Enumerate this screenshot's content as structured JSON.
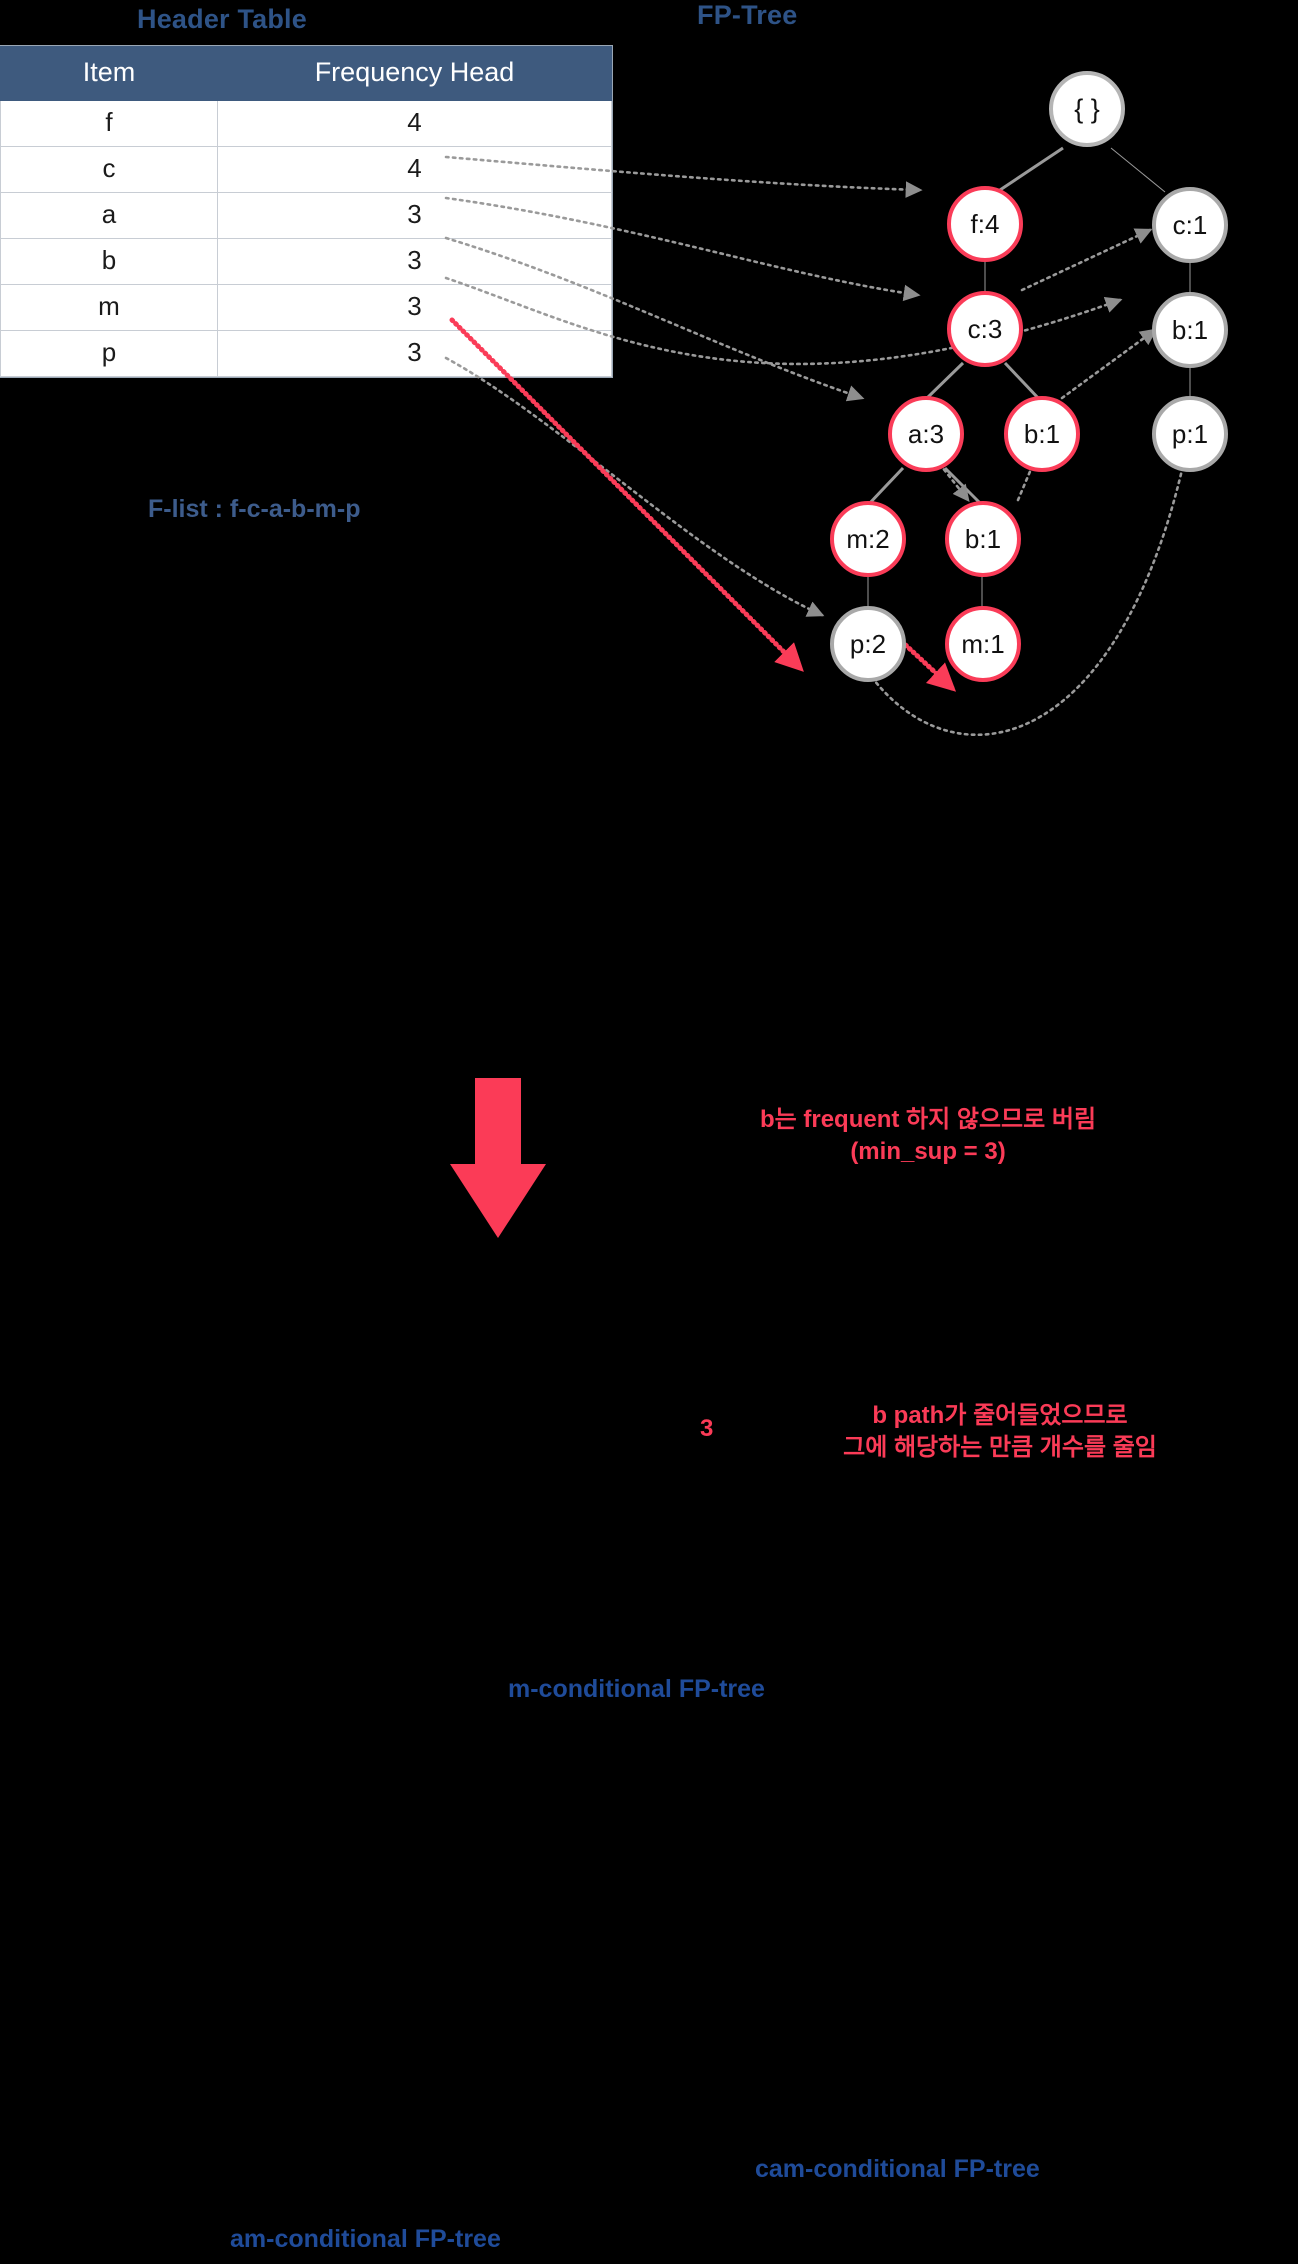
{
  "titles": {
    "header_table": "Header Table",
    "fp_tree": "FP-Tree"
  },
  "header_table": {
    "columns": [
      "Item",
      "Frequency Head"
    ],
    "rows": [
      {
        "item": "f",
        "frequency": "4"
      },
      {
        "item": "c",
        "frequency": "4"
      },
      {
        "item": "a",
        "frequency": "3"
      },
      {
        "item": "b",
        "frequency": "3"
      },
      {
        "item": "m",
        "frequency": "3"
      },
      {
        "item": "p",
        "frequency": "3"
      }
    ]
  },
  "f_list": "F-list : f-c-a-b-m-p",
  "tree": {
    "nodes": [
      {
        "id": "root",
        "label": "{ }",
        "highlight": false
      },
      {
        "id": "f4",
        "label": "f:4",
        "highlight": true
      },
      {
        "id": "c1",
        "label": "c:1",
        "highlight": false
      },
      {
        "id": "c3",
        "label": "c:3",
        "highlight": true
      },
      {
        "id": "b1r",
        "label": "b:1",
        "highlight": false
      },
      {
        "id": "a3",
        "label": "a:3",
        "highlight": true
      },
      {
        "id": "b1m",
        "label": "b:1",
        "highlight": true
      },
      {
        "id": "p1",
        "label": "p:1",
        "highlight": false
      },
      {
        "id": "m2",
        "label": "m:2",
        "highlight": true
      },
      {
        "id": "b1l",
        "label": "b:1",
        "highlight": true
      },
      {
        "id": "p2",
        "label": "p:2",
        "highlight": false
      },
      {
        "id": "m1",
        "label": "m:1",
        "highlight": true
      }
    ]
  },
  "annotations": {
    "prune_note_line1": "b는 frequent 하지 않으므로 버림",
    "prune_note_line2": "(min_sup = 3)",
    "count_value": "3",
    "count_note_line1": "b path가 줄어들었으므로",
    "count_note_line2": "그에 해당하는 만큼 개수를 줄임"
  },
  "conditional_trees": {
    "m": "m-conditional FP-tree",
    "am": "am-conditional FP-tree",
    "cam": "cam-conditional FP-tree"
  },
  "colors": {
    "background": "#000000",
    "title_blue": "#2e5387",
    "table_header_blue": "#3e5a7e",
    "highlight_red": "#fa3c58",
    "link_gray": "#9a9a9a"
  }
}
